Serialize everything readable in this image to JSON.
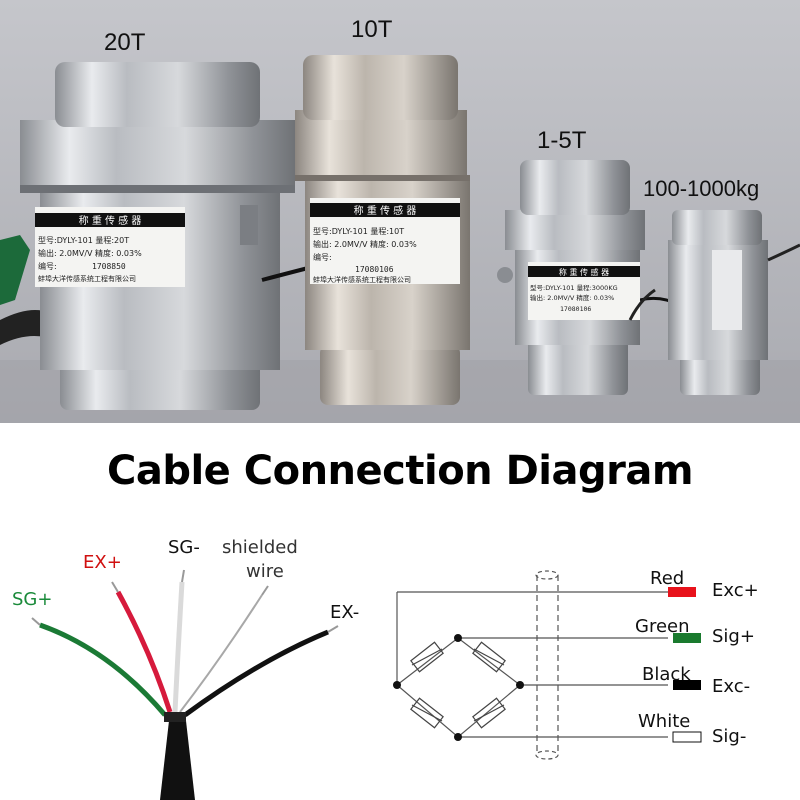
{
  "sizes": {
    "s20t": "20T",
    "s10t": "10T",
    "s1_5t": "1-5T",
    "s100_1000kg": "100-1000kg"
  },
  "sensor_label": {
    "header": "称 重 传 感 器",
    "model_20t": "型号:DYLY-101 量程:20T",
    "output_20t": "输出: 2.0MV/V 精度: 0.03%",
    "serial_label": "编号:",
    "serial_20t": "1708850",
    "maker": "蚌埠大洋传感系统工程有限公司",
    "model_10t": "型号:DYLY-101 量程:10T",
    "output_10t": "输出: 2.0MV/V 精度: 0.03%",
    "serial_10t": "17080106",
    "model_3000": "型号:DYLY-101 量程:3000KG",
    "output_3000": "输出: 2.0MV/V 精度: 0.03%",
    "serial_3000": "17080106"
  },
  "title": "Cable Connection Diagram",
  "cable": {
    "sg_plus": "SG+",
    "ex_plus": "EX+",
    "sg_minus": "SG-",
    "shielded_line1": "shielded",
    "shielded_line2": "wire",
    "ex_minus": "EX-"
  },
  "wiring": [
    {
      "color_name": "Red",
      "signal": "Exc+",
      "swatch": "#e8121b"
    },
    {
      "color_name": "Green",
      "signal": "Sig+",
      "swatch": "#1a7a2e"
    },
    {
      "color_name": "Black",
      "signal": "Exc-",
      "swatch": "#000000"
    },
    {
      "color_name": "White",
      "signal": "Sig-",
      "swatch": "#ffffff"
    }
  ],
  "colors": {
    "ex_plus_label": "#d01010",
    "sg_plus_label": "#1a8a3a",
    "background_wall": "#b9babf",
    "steel": "#cfd2d6"
  }
}
